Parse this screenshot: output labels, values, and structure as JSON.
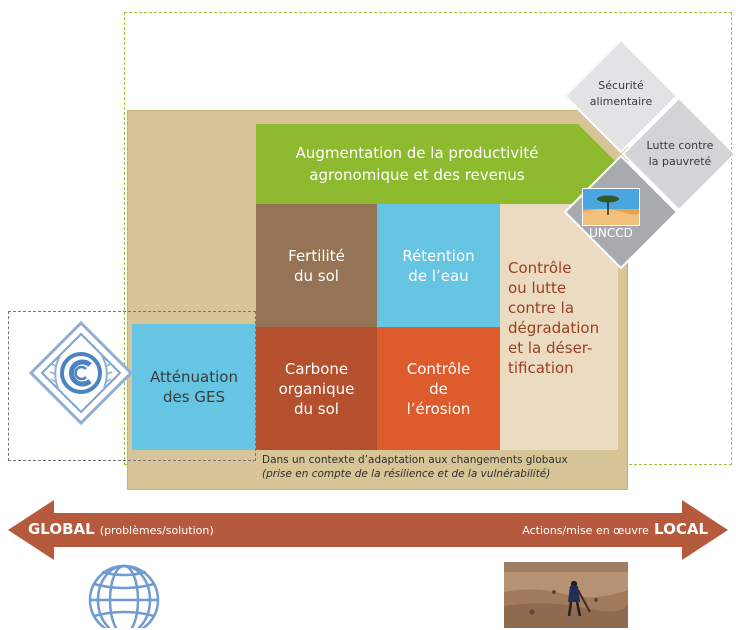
{
  "productivity": "Augmentation de la productivité\nagronomique et des revenus",
  "cells": {
    "fertility": "Fertilité\ndu sol",
    "water": "Rétention\nde l’eau",
    "carbon": "Carbone\norganique\ndu sol",
    "erosion": "Contrôle\nde\nl’érosion",
    "ghg": "Atténuation\ndes GES",
    "degradation": "Contrôle\nou lutte\ncontre la\ndégradation\net la déser-\ntification"
  },
  "diamonds": {
    "food_security": "Sécurité\nalimentaire",
    "poverty": "Lutte contre\nla pauvreté",
    "unccd": "UNCCD"
  },
  "context": {
    "line1": "Dans un contexte d’adaptation aux changements globaux",
    "line2": "(prise en compte de la résilience et de la vulnérabilité)"
  },
  "arrow": {
    "global_bold": "GLOBAL",
    "global_rest": "(problèmes/solution)",
    "local_rest": "Actions/mise en œuvre",
    "local_bold": "LOCAL"
  },
  "colors": {
    "tan_bg": "#d8c597",
    "green": "#8dba2f",
    "brown": "#957455",
    "blue": "#66c5e2",
    "rust": "#b5502e",
    "orange": "#de5b2d",
    "beige": "#eadbc1",
    "arrow": "#b55a3c"
  }
}
